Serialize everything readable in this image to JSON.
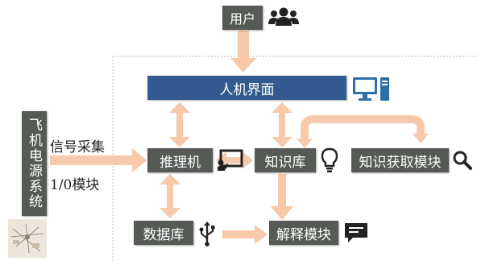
{
  "diagram": {
    "user": {
      "label": "用户",
      "icon": "users-icon"
    },
    "ui": {
      "label": "人机界面",
      "icon": "desktop-computer-icon"
    },
    "power_system": {
      "label": "飞机电源系统",
      "thumbnail": "aircraft-schematic-thumbnail"
    },
    "signal_label": "信号采集",
    "io_label": "1/0模块",
    "inference": {
      "label": "推理机",
      "icon": "presentation-board-icon"
    },
    "knowledge_base": {
      "label": "知识库",
      "icon": "lightbulb-icon"
    },
    "knowledge_acq": {
      "label": "知识获取模块",
      "icon": "magnifier-icon"
    },
    "database": {
      "label": "数据库",
      "icon": "usb-icon"
    },
    "explain": {
      "label": "解释模块",
      "icon": "chat-bubble-icon"
    },
    "colors": {
      "box_dark": "#555a55",
      "box_blue": "#345b8f",
      "arrow": "#f5c9aa",
      "boundary": "#bbbbbb"
    }
  }
}
